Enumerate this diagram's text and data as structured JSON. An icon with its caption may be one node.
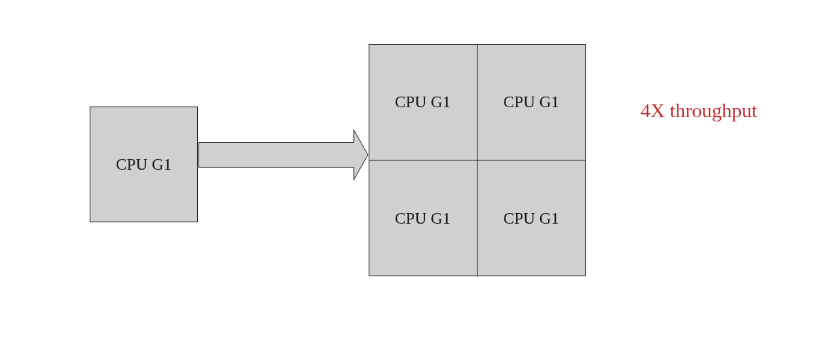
{
  "diagram": {
    "nodes": [
      {
        "text": [
          "CPU G1"
        ]
      },
      {
        "text": [],
        "shape": "box"
      },
      {
        "text": [
          "CPU G1"
        ],
        "in": 1
      },
      {
        "text": [
          "CPU G1"
        ],
        "in": 1
      },
      {
        "text": [
          "CPU G1"
        ],
        "in": 1
      },
      {
        "text": [
          "CPU G1"
        ],
        "in": 1
      }
    ],
    "edges": [
      {
        "from": 0,
        "to": 1,
        "arrow": "to"
      }
    ],
    "labels": [
      "4X throughput"
    ]
  }
}
